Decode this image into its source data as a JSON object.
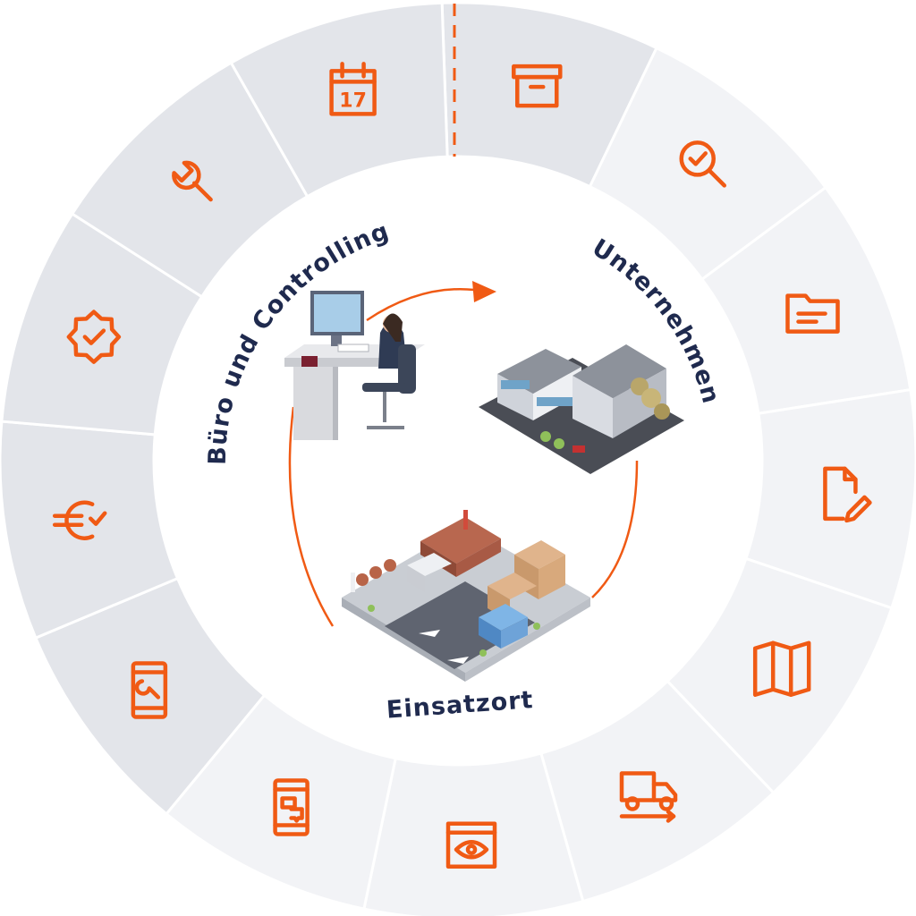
{
  "colors": {
    "accent": "#f05a14",
    "navy": "#1f2a4e",
    "ring_dark": "#e3e5ea",
    "ring_light": "#f2f3f6",
    "divider": "#ffffff"
  },
  "labels": {
    "office": "Büro und Controlling",
    "company": "Unternehmen",
    "site": "Einsatzort"
  },
  "segments": [
    {
      "icon": "archive-box-icon"
    },
    {
      "icon": "search-check-icon"
    },
    {
      "icon": "folder-icon"
    },
    {
      "icon": "document-edit-icon"
    },
    {
      "icon": "map-icon"
    },
    {
      "icon": "delivery-truck-icon"
    },
    {
      "icon": "browser-eye-icon"
    },
    {
      "icon": "mobile-chat-icon"
    },
    {
      "icon": "mobile-wrench-icon"
    },
    {
      "icon": "euro-check-icon"
    },
    {
      "icon": "badge-check-icon"
    },
    {
      "icon": "wrench-icon"
    },
    {
      "icon": "calendar-icon",
      "text": "17"
    }
  ]
}
